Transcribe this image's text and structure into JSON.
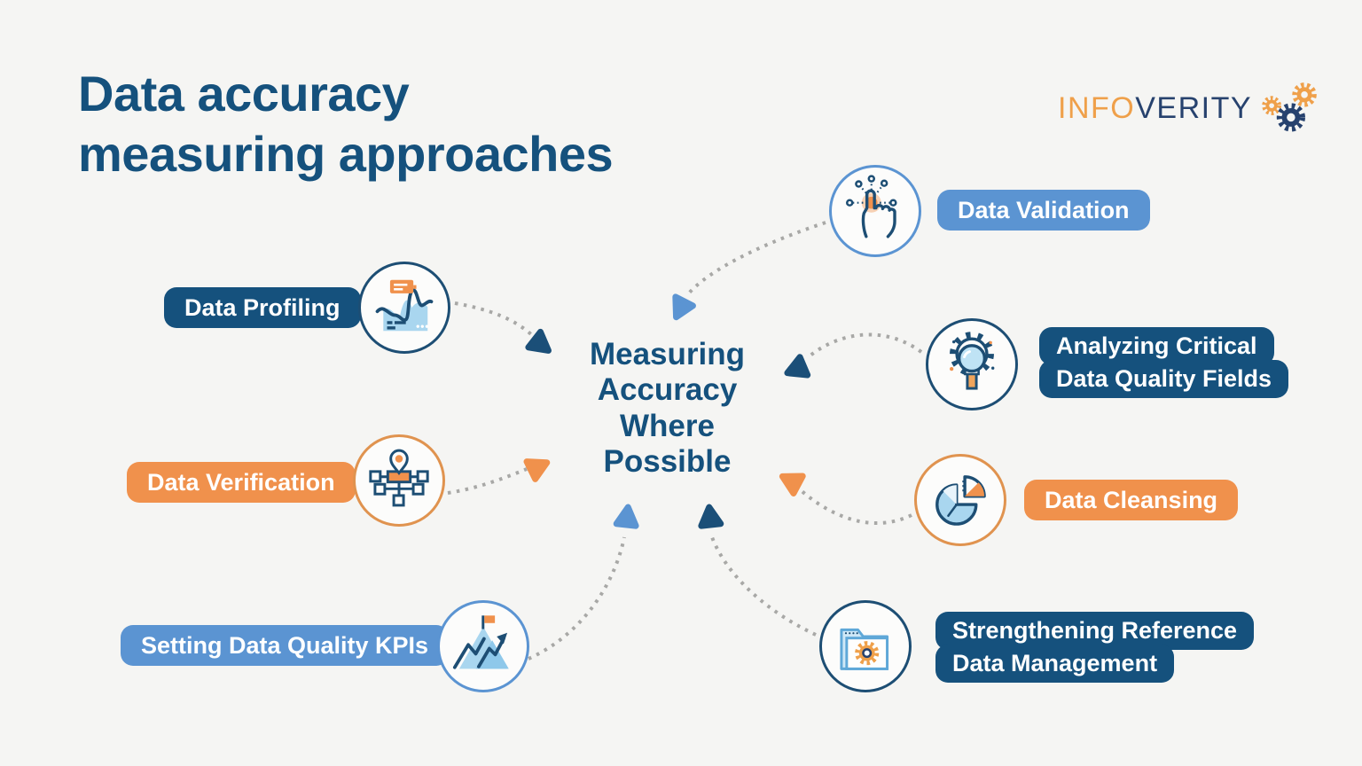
{
  "page": {
    "background": "#f5f5f3"
  },
  "title": {
    "text": "Data accuracy\nmeasuring approaches",
    "color": "#15517d"
  },
  "logo": {
    "part1": "INFO",
    "part2": "VERITY",
    "part1_color": "#efa04a",
    "part2_color": "#27426e",
    "gears": [
      "small-orange-gear",
      "large-orange-gear",
      "large-blue-gear"
    ]
  },
  "center": {
    "text": "Measuring\nAccuracy\nWhere\nPossible",
    "color": "#15517d"
  },
  "colors": {
    "dark_blue": "#15517d",
    "medium_blue": "#5b94d2",
    "orange": "#f0914c",
    "icon_light_blue": "#a9d6ef",
    "dotted_line_gray": "#a8a8a6",
    "background": "#f5f5f3"
  },
  "nodes": [
    {
      "id": "data-profiling",
      "label": "Data Profiling",
      "style": "dark-blue",
      "icon": "area-chart-icon"
    },
    {
      "id": "data-verification",
      "label": "Data Verification",
      "style": "orange",
      "icon": "sitemap-pin-icon"
    },
    {
      "id": "setting-data-quality-kpis",
      "label": "Setting Data Quality KPIs",
      "style": "medium-blue",
      "icon": "mountain-flag-icon"
    },
    {
      "id": "data-validation",
      "label": "Data Validation",
      "style": "medium-blue",
      "icon": "hand-click-icon"
    },
    {
      "id": "analyzing-critical-data-quality-fields",
      "label_line1": "Analyzing Critical",
      "label_line2": "Data Quality Fields",
      "style": "dark-blue",
      "icon": "magnifier-gear-icon"
    },
    {
      "id": "data-cleansing",
      "label": "Data Cleansing",
      "style": "orange",
      "icon": "pie-chart-icon"
    },
    {
      "id": "strengthening-reference-data-management",
      "label_line1": "Strengthening Reference",
      "label_line2": "Data Management",
      "style": "dark-blue",
      "icon": "folder-gear-icon"
    }
  ],
  "connectors": [
    {
      "from": "data-profiling",
      "to": "center",
      "arrow_color": "#1b4f78"
    },
    {
      "from": "data-validation",
      "to": "center",
      "arrow_color": "#5b94d2"
    },
    {
      "from": "analyzing-critical-data-quality-fields",
      "to": "center",
      "arrow_color": "#1b4f78"
    },
    {
      "from": "data-verification",
      "to": "center",
      "arrow_color": "#f0914c"
    },
    {
      "from": "data-cleansing",
      "to": "center",
      "arrow_color": "#f0914c"
    },
    {
      "from": "setting-data-quality-kpis",
      "to": "center",
      "arrow_color": "#5b94d2"
    },
    {
      "from": "strengthening-reference-data-management",
      "to": "center",
      "arrow_color": "#1b4f78"
    }
  ]
}
